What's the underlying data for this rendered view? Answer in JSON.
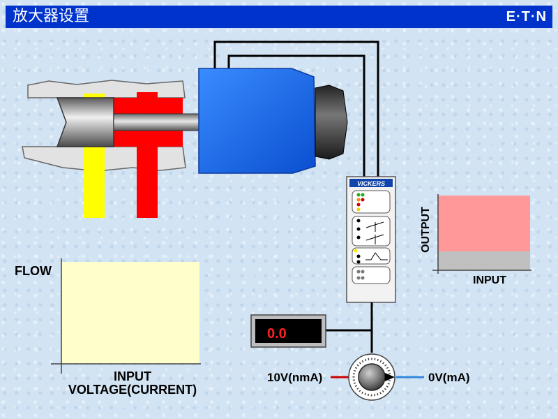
{
  "header": {
    "title": "放大器设置",
    "logo": "E·T·N",
    "bar_color": "#0033cc"
  },
  "valve": {
    "port_colors": {
      "supply": "#ffff00",
      "pressure": "#ff0000"
    },
    "solenoid_color": "#1f6fff"
  },
  "amplifier": {
    "brand": "VICKERS"
  },
  "flow_graph": {
    "y_label": "FLOW",
    "x_label_line1": "INPUT",
    "x_label_line2": "VOLTAGE(CURRENT)",
    "fill_color": "#ffffcc"
  },
  "output_graph": {
    "y_label": "OUTPUT",
    "x_label": "INPUT",
    "colors": {
      "upper": "#ff9999",
      "lower": "#c0c0c0"
    }
  },
  "meter": {
    "value": "0.0",
    "text_color": "#ff2020"
  },
  "potentiometer": {
    "left_label": "10V(nmA)",
    "right_label": "0V(mA)",
    "left_wire_color": "#cc0000",
    "right_wire_color": "#3388dd"
  }
}
